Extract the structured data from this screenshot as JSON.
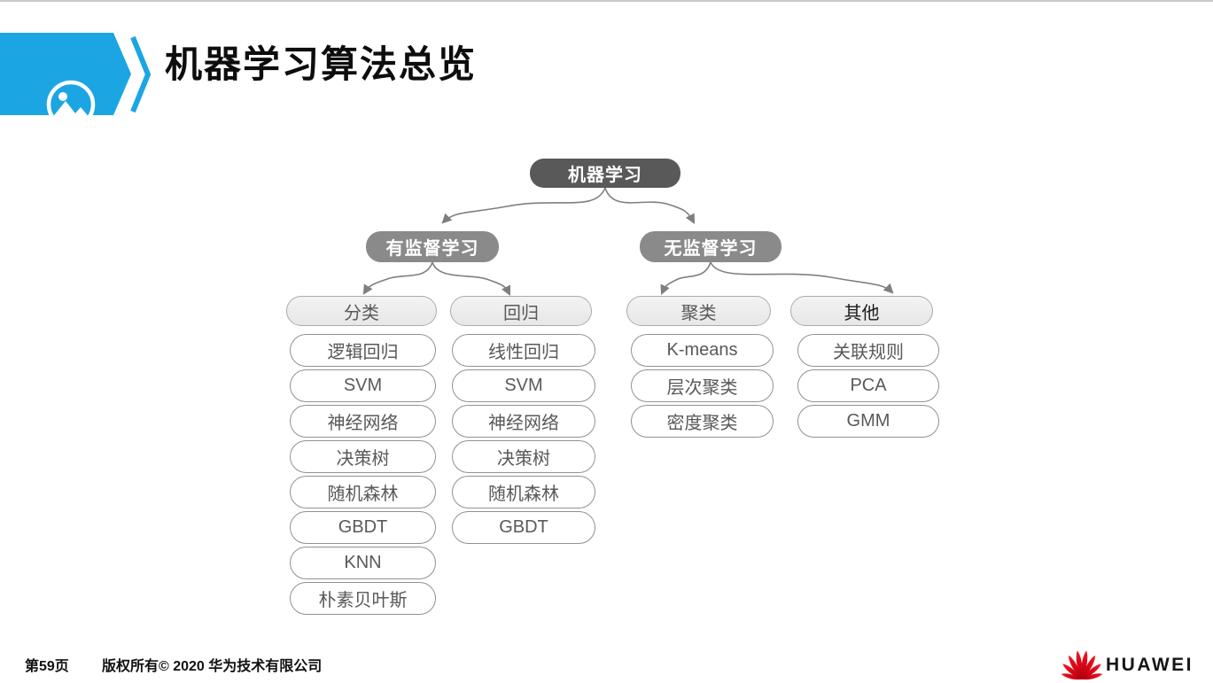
{
  "header": {
    "title": "机器学习算法总览"
  },
  "tree": {
    "root": {
      "label": "机器学习"
    },
    "branches": [
      {
        "label": "有监督学习",
        "groups": [
          {
            "label": "分类",
            "items": [
              "逻辑回归",
              "SVM",
              "神经网络",
              "决策树",
              "随机森林",
              "GBDT",
              "KNN",
              "朴素贝叶斯"
            ]
          },
          {
            "label": "回归",
            "items": [
              "线性回归",
              "SVM",
              "神经网络",
              "决策树",
              "随机森林",
              "GBDT"
            ]
          }
        ]
      },
      {
        "label": "无监督学习",
        "groups": [
          {
            "label": "聚类",
            "items": [
              "K-means",
              "层次聚类",
              "密度聚类"
            ]
          },
          {
            "label": "其他",
            "items": [
              "关联规则",
              "PCA",
              "GMM"
            ]
          }
        ]
      }
    ]
  },
  "footer": {
    "page_number": "第59页",
    "copyright": "版权所有© 2020 华为技术有限公司",
    "logo_text": "HUAWEI"
  },
  "colors": {
    "accent_blue": "#1ba6e3",
    "root_fill": "#595959",
    "branch_fill": "#8a8a8a",
    "header_fill": "#ececec",
    "leaf_border": "#919191",
    "connector": "#7f7f7f",
    "huawei_red": "#e0121b"
  }
}
